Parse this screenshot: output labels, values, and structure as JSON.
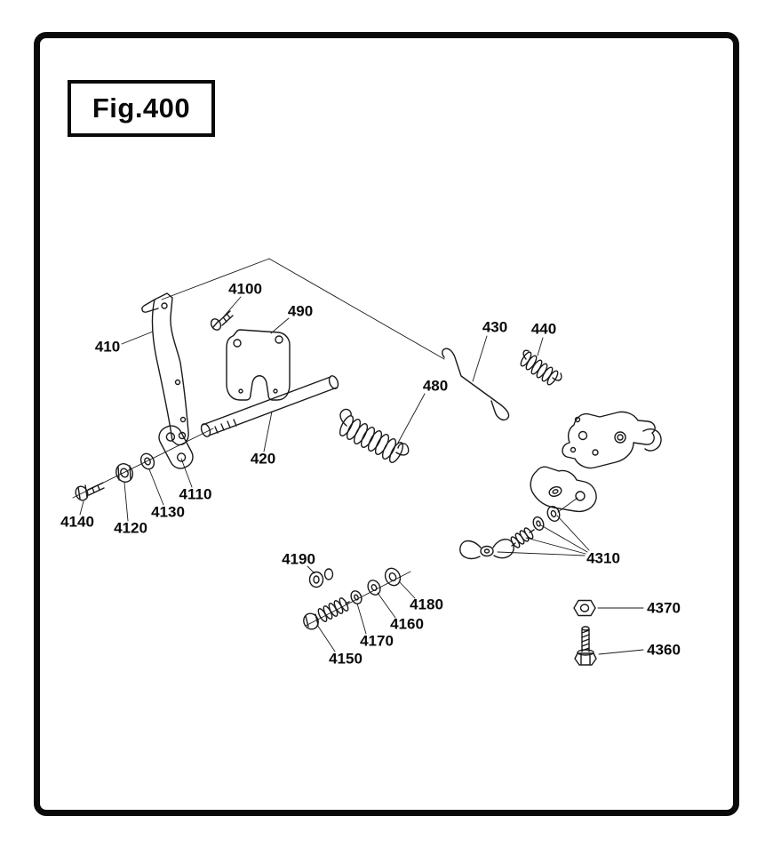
{
  "figure": {
    "title": "Fig.400"
  },
  "parts": [
    {
      "label": "410"
    },
    {
      "label": "4100"
    },
    {
      "label": "490"
    },
    {
      "label": "420"
    },
    {
      "label": "480"
    },
    {
      "label": "430"
    },
    {
      "label": "440"
    },
    {
      "label": "4110"
    },
    {
      "label": "4120"
    },
    {
      "label": "4130"
    },
    {
      "label": "4140"
    },
    {
      "label": "4190"
    },
    {
      "label": "4150"
    },
    {
      "label": "4160"
    },
    {
      "label": "4170"
    },
    {
      "label": "4180"
    },
    {
      "label": "4310"
    },
    {
      "label": "4370"
    },
    {
      "label": "4360"
    }
  ],
  "colors": {
    "ink": "#1a1a1a",
    "frame": "#0a0a0a",
    "background": "#ffffff"
  }
}
